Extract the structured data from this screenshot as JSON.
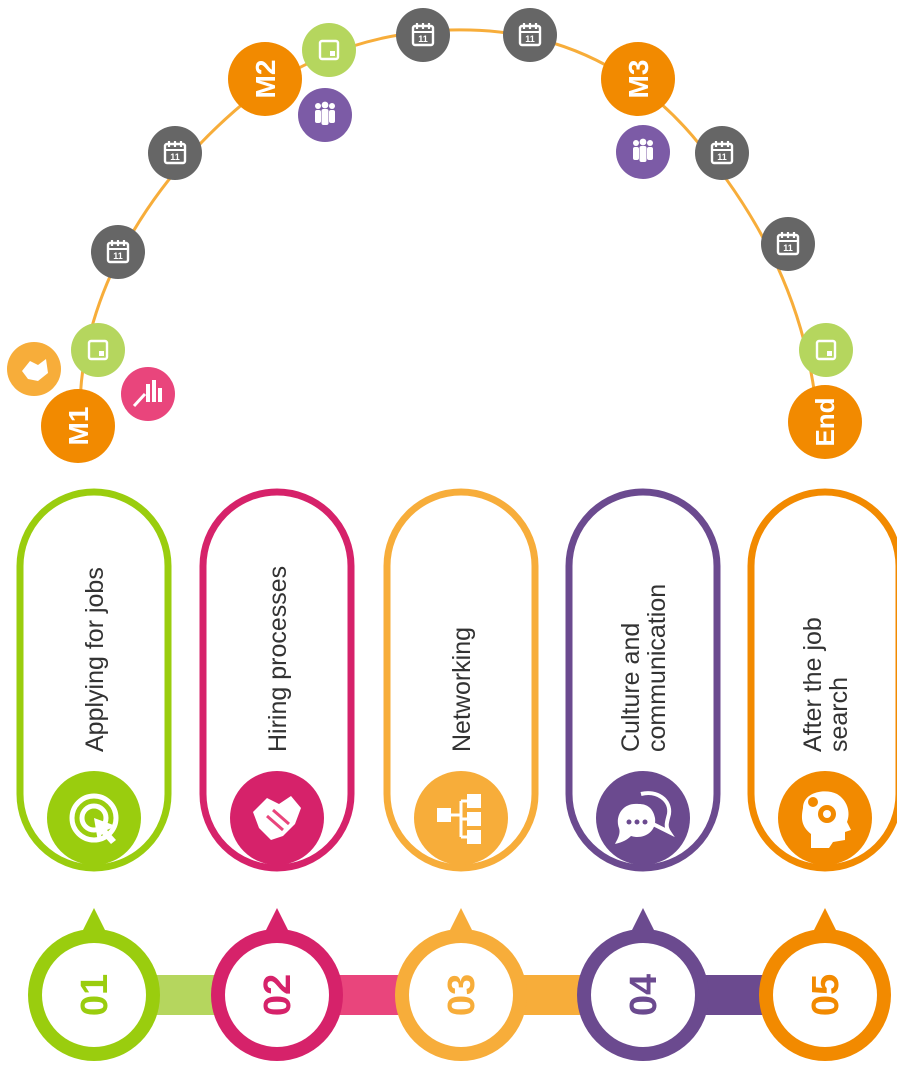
{
  "colors": {
    "green": "#9acd0e",
    "magenta": "#d6226a",
    "pink": "#e9457c",
    "yellow": "#f7ad3a",
    "purple": "#6b4a8f",
    "orange": "#f28a00",
    "gray": "#666666",
    "light_green": "#b5d65e",
    "arc": "#f7ad3a"
  },
  "milestones": [
    {
      "label": "M1",
      "color": "#f28a00"
    },
    {
      "label": "M2",
      "color": "#f28a00"
    },
    {
      "label": "M3",
      "color": "#f28a00"
    },
    {
      "label": "End",
      "color": "#f28a00"
    }
  ],
  "steps": [
    {
      "number": "01",
      "title_lines": [
        "Applying for jobs"
      ],
      "color": "#9acd0e",
      "icon": "cursor-target-icon"
    },
    {
      "number": "02",
      "title_lines": [
        "Hiring processes"
      ],
      "color": "#d6226a",
      "icon": "handshake-icon"
    },
    {
      "number": "03",
      "title_lines": [
        "Networking"
      ],
      "color": "#f7ad3a",
      "icon": "network-icon"
    },
    {
      "number": "04",
      "title_lines": [
        "Culture and",
        "communication"
      ],
      "color": "#6b4a8f",
      "icon": "chat-bubbles-icon"
    },
    {
      "number": "05",
      "title_lines": [
        "After the job",
        "search"
      ],
      "color": "#f28a00",
      "icon": "head-gear-icon"
    }
  ]
}
